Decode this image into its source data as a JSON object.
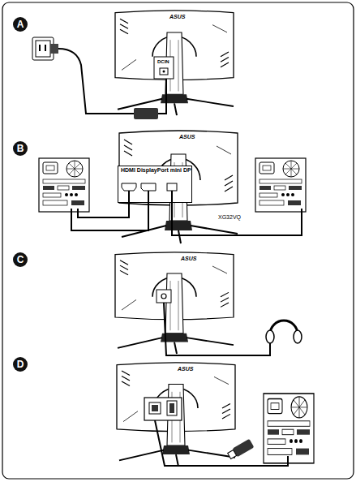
{
  "diagram": {
    "nodes": [
      {
        "text": [
          "A"
        ]
      },
      {
        "text": [
          "B"
        ]
      },
      {
        "text": [
          "HDMI DisplayPort mini DP"
        ]
      },
      {
        "text": [
          "C"
        ]
      },
      {
        "text": [
          "D"
        ]
      }
    ],
    "labels": [
      "ASUS",
      "DCIN",
      "ASUS",
      "XG32VQ",
      "ASUS",
      "ASUS"
    ]
  }
}
